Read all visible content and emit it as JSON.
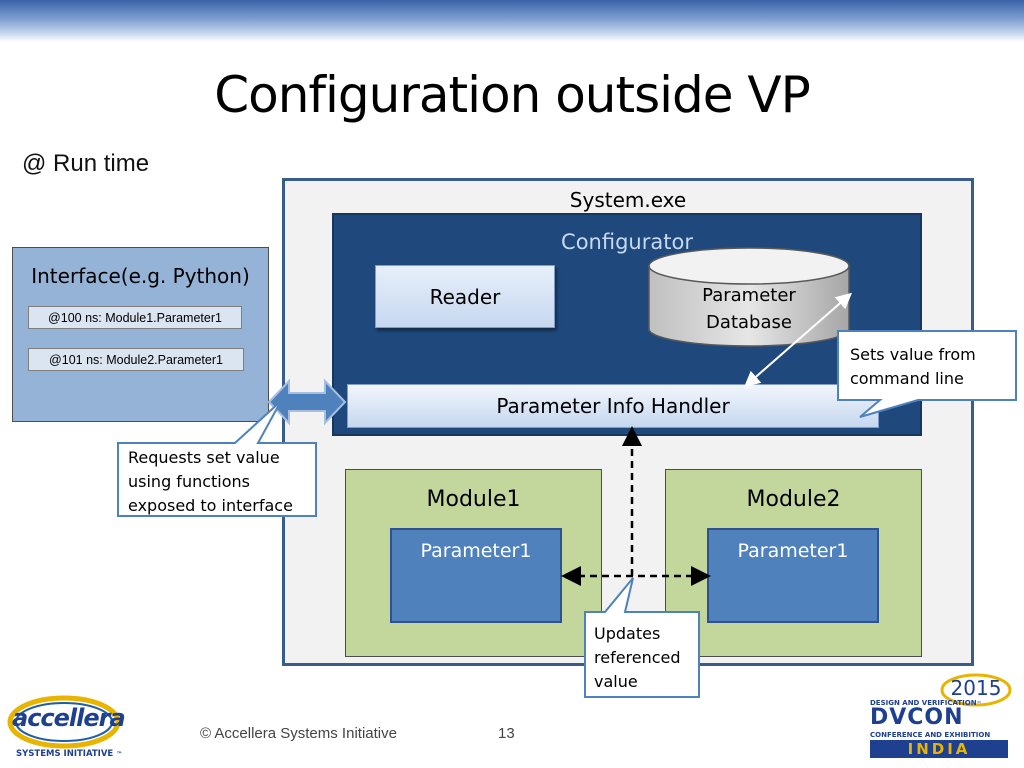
{
  "slide": {
    "title": "Configuration outside VP",
    "subtitle": "@ Run time",
    "page_number": "13",
    "copyright": "© Accellera Systems Initiative"
  },
  "system": {
    "label": "System.exe",
    "configurator": {
      "label": "Configurator",
      "reader": "Reader",
      "database": [
        "Parameter",
        "Database"
      ],
      "handler": "Parameter Info Handler"
    },
    "modules": [
      {
        "label": "Module1",
        "param": "Parameter1"
      },
      {
        "label": "Module2",
        "param": "Parameter1"
      }
    ]
  },
  "interface": {
    "label": "Interface(e.g. Python)",
    "requests": [
      "@100 ns: Module1.Parameter1",
      "@101 ns: Module2.Parameter1"
    ]
  },
  "callouts": {
    "sets_value": [
      "Sets value from",
      "command line"
    ],
    "requests": [
      "Requests set value",
      "using functions",
      "exposed to interface"
    ],
    "updates": [
      "Updates",
      "referenced",
      "value"
    ]
  },
  "logos": {
    "accellera": {
      "name": "accellera",
      "tagline": "SYSTEMS INITIATIVE",
      "tm": "™"
    },
    "dvcon": {
      "year": "2015",
      "line1": "DESIGN AND VERIFICATION",
      "tm": "™",
      "name": "DVCON",
      "line2": "CONFERENCE AND EXHIBITION",
      "region": "INDIA"
    }
  },
  "colors": {
    "configurator": "#1f497d",
    "module": "#c3d69b",
    "parameter": "#4f81bd",
    "interface": "#95b3d7",
    "system": "#f2f2f2"
  }
}
